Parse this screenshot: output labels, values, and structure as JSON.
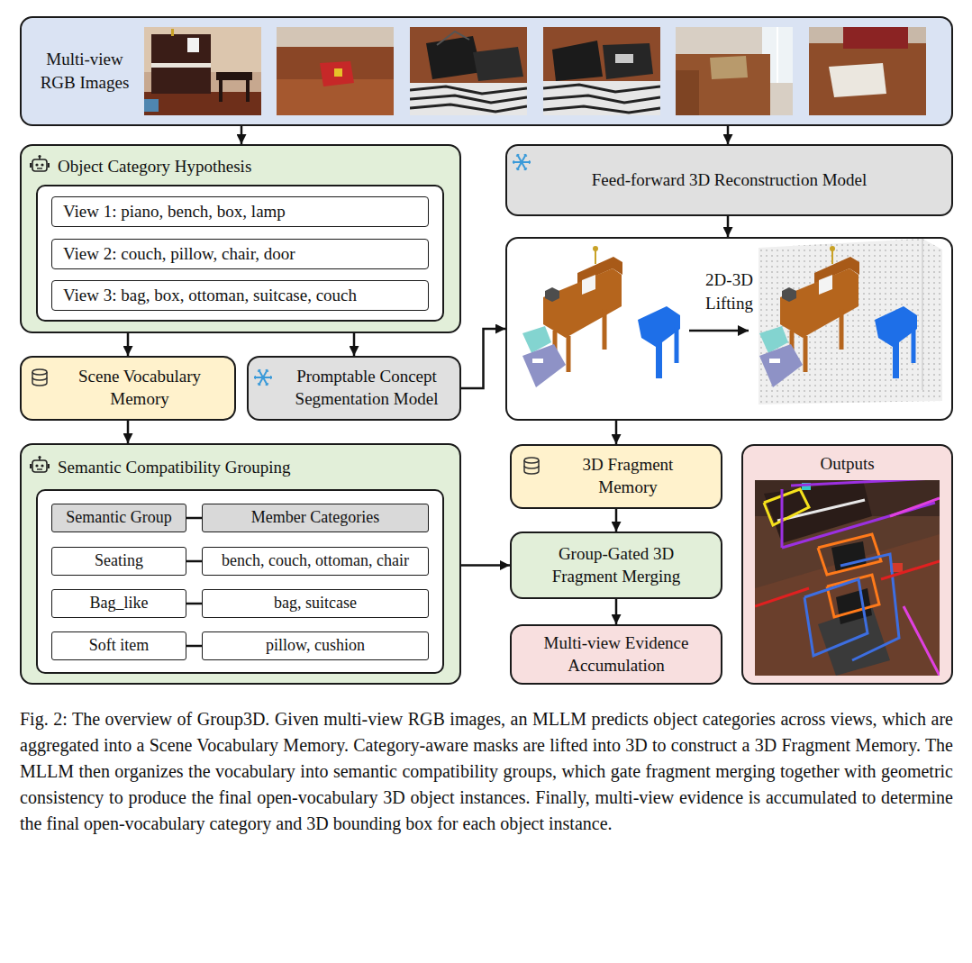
{
  "diagram": {
    "caption": "Fig. 2: The overview of Group3D. Given multi-view RGB images, an MLLM predicts object categories across views, which are aggregated into a Scene Vocabulary Memory. Category-aware masks are lifted into 3D to construct a 3D Fragment Memory. The MLLM then organizes the vocabulary into semantic compatibility groups, which gate fragment merging together with geometric consistency to produce the final open-vocabulary 3D object instances. Finally, multi-view evidence is accumulated to determine the final open-vocabulary category and 3D bounding box for each object instance.",
    "nodes": [
      {
        "text": [
          "Multi-view RGB Images"
        ]
      },
      {
        "text": [
          "Object Category Hypothesis"
        ]
      },
      {
        "text": [
          "View 1: piano, bench, box, lamp"
        ],
        "in": 1
      },
      {
        "text": [
          "View 2: couch, pillow, chair, door"
        ],
        "in": 1
      },
      {
        "text": [
          "View 3: bag, box, ottoman, suitcase, couch"
        ],
        "in": 1
      },
      {
        "text": [
          "Feed-forward 3D Reconstruction Model"
        ]
      },
      {
        "text": [
          "2D-3D Lifting"
        ]
      },
      {
        "text": [
          "Scene Vocabulary Memory"
        ]
      },
      {
        "text": [
          "Promptable Concept Segmentation Model"
        ]
      },
      {
        "text": [
          "Semantic Compatibility Grouping"
        ]
      },
      {
        "text": [
          "Semantic Group"
        ],
        "in": 9
      },
      {
        "text": [
          "Member Categories"
        ],
        "in": 9
      },
      {
        "text": [
          "Seating"
        ],
        "in": 9
      },
      {
        "text": [
          "bench, couch, ottoman, chair"
        ],
        "in": 9
      },
      {
        "text": [
          "Bag_like"
        ],
        "in": 9
      },
      {
        "text": [
          "bag, suitcase"
        ],
        "in": 9
      },
      {
        "text": [
          "Soft item"
        ],
        "in": 9
      },
      {
        "text": [
          "pillow, cushion"
        ],
        "in": 9
      },
      {
        "text": [
          "3D Fragment Memory"
        ]
      },
      {
        "text": [
          "Outputs"
        ]
      },
      {
        "text": [
          "Group-Gated 3D Fragment Merging"
        ]
      },
      {
        "text": [
          "Multi-view Evidence Accumulation"
        ]
      }
    ],
    "edges": [
      {
        "from": 0,
        "to": 1,
        "arrow": "to"
      },
      {
        "from": 0,
        "to": 5,
        "arrow": "to"
      },
      {
        "from": 1,
        "to": 7,
        "arrow": "to"
      },
      {
        "from": 1,
        "to": 8,
        "arrow": "to"
      },
      {
        "from": 8,
        "to": 6,
        "arrow": "to"
      },
      {
        "from": 5,
        "to": 6,
        "arrow": "to"
      },
      {
        "from": 7,
        "to": 9,
        "arrow": "to"
      },
      {
        "from": 6,
        "to": 18,
        "arrow": "to"
      },
      {
        "from": 18,
        "to": 20,
        "arrow": "to"
      },
      {
        "from": 9,
        "to": 20,
        "arrow": "to"
      },
      {
        "from": 20,
        "to": 21,
        "arrow": "to"
      },
      {
        "from": 10,
        "to": 11,
        "arrow": "none"
      },
      {
        "from": 12,
        "to": 13,
        "arrow": "none"
      },
      {
        "from": 14,
        "to": 15,
        "arrow": "none"
      },
      {
        "from": 16,
        "to": 17,
        "arrow": "none"
      }
    ]
  }
}
